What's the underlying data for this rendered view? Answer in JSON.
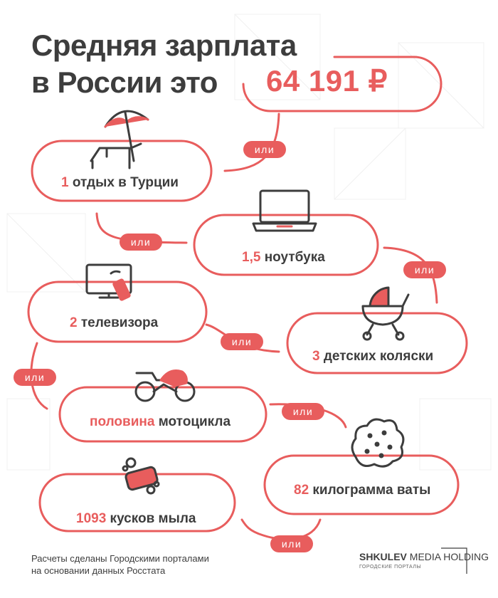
{
  "title": {
    "line1": "Средняя зарплата",
    "line2": "в России это"
  },
  "salary": "64 191 ₽",
  "or_label": "или",
  "items": [
    {
      "number": "1",
      "text": " отдых в Турции",
      "icon": "beach-chair-umbrella-icon"
    },
    {
      "number": "1,5",
      "text": " ноутбука",
      "icon": "laptop-icon"
    },
    {
      "number": "3",
      "text": " детских коляски",
      "icon": "baby-stroller-icon"
    },
    {
      "number": "2",
      "text": " телевизора",
      "icon": "tv-remote-icon"
    },
    {
      "number": "половина",
      "text": " мотоцикла",
      "icon": "motorcycle-icon"
    },
    {
      "number": "82",
      "text": " килограмма ваты",
      "icon": "cotton-wool-icon"
    },
    {
      "number": "1093",
      "text": " кусков мыла",
      "icon": "soap-icon"
    }
  ],
  "footnote": {
    "line1": "Расчеты сделаны Городскими порталами",
    "line2": "на основании данных Росстата"
  },
  "brand": {
    "name_bold": "SHKULEV",
    "name_rest": " MEDIA HOLDING",
    "subtitle": "ГОРОДСКИЕ ПОРТАЛЫ"
  },
  "colors": {
    "accent": "#e85d5d",
    "text": "#3d3d3d",
    "background": "#ffffff"
  }
}
